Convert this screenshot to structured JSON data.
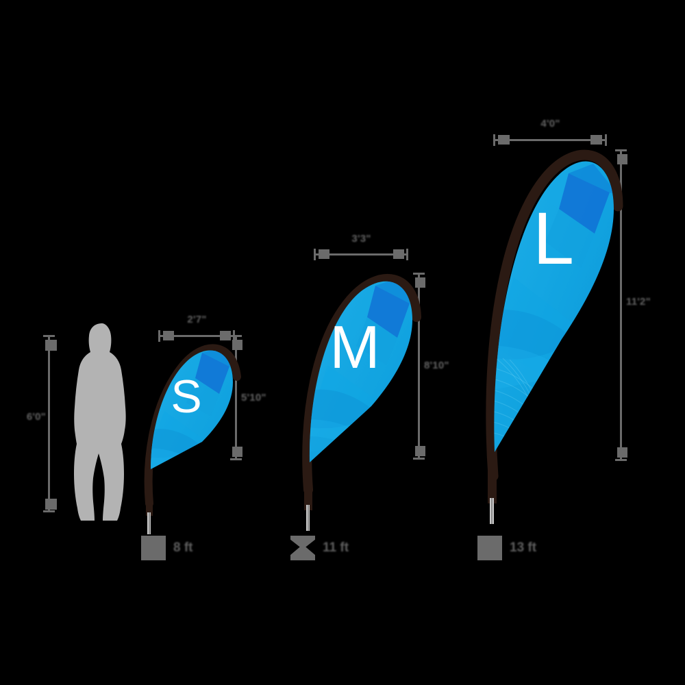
{
  "meta": {
    "title": "Teardrop Flag Size Comparison",
    "background_color": "#000000",
    "flag_blue": "#11A3E0",
    "flag_blue_dark": "#0A6FD0",
    "mast_color": "#2B1A13",
    "dimension_color": "#6B6B6B",
    "person_color": "#B3B3B3",
    "letter_color": "#FFFFFF"
  },
  "person": {
    "name": "human-silhouette",
    "height_label": "6'0\""
  },
  "flags": [
    {
      "id": "small",
      "letter": "S",
      "width_label": "2'7\"",
      "height_label": "5'10\"",
      "legend_label": "8 ft",
      "legend_icon": "flag-size-icon"
    },
    {
      "id": "medium",
      "letter": "M",
      "width_label": "3'3\"",
      "height_label": "8'10\"",
      "legend_label": "11 ft",
      "legend_icon": "flag-size-icon"
    },
    {
      "id": "large",
      "letter": "L",
      "width_label": "4'0\"",
      "height_label": "11'2\"",
      "legend_label": "13 ft",
      "legend_icon": "flag-size-icon"
    }
  ]
}
